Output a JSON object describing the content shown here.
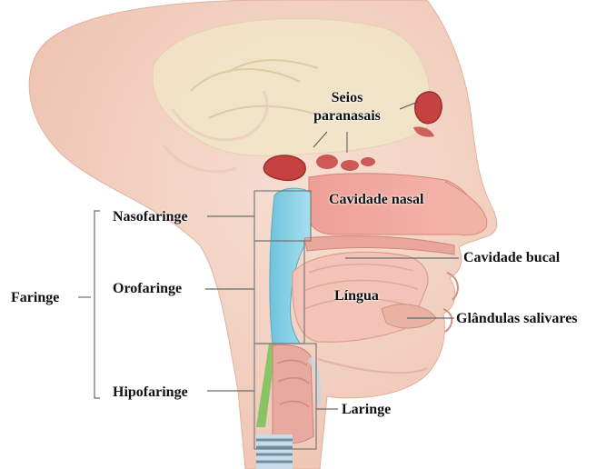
{
  "labels": {
    "seios_line1": "Seios",
    "seios_line2": "paranasais",
    "cavidade_nasal": "Cavidade nasal",
    "nasofaringe": "Nasofaringe",
    "orofaringe": "Orofaringe",
    "hipofaringe": "Hipofaringe",
    "faringe": "Faringe",
    "cavidade_bucal": "Cavidade bucal",
    "lingua": "Língua",
    "glandulas_salivares": "Glândulas salivares",
    "laringe": "Laringe"
  },
  "colors": {
    "skin": "#f3d6c8",
    "skin_dark": "#e8b9a6",
    "nasal_cavity": "#f2a9a0",
    "pharynx_blue": "#8fd3e8",
    "airway_green": "#7cc35a",
    "brain": "#f1e6c8",
    "sinus": "#c4423f",
    "tongue": "#f2c3b6",
    "leader_line": "#6b6b6b"
  }
}
